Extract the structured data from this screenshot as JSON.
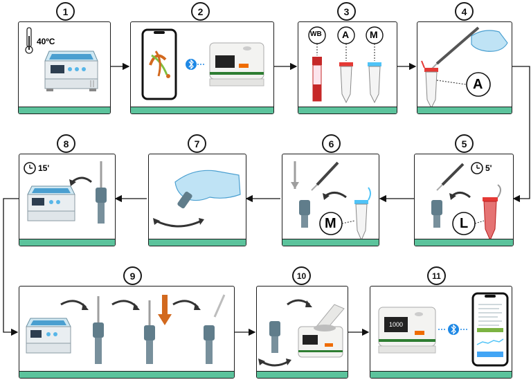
{
  "steps": [
    {
      "number": "1"
    },
    {
      "number": "2"
    },
    {
      "number": "3"
    },
    {
      "number": "4"
    },
    {
      "number": "5"
    },
    {
      "number": "6"
    },
    {
      "number": "7"
    },
    {
      "number": "8"
    },
    {
      "number": "9"
    },
    {
      "number": "10"
    },
    {
      "number": "11"
    }
  ],
  "labels": {
    "temperature": "40ºC",
    "tube_wb": "WB",
    "tube_a": "A",
    "tube_m": "M",
    "reagent_a": "A",
    "reagent_l": "L",
    "reagent_m": "M",
    "time_step5": "5'",
    "time_step8": "15'",
    "device_readout": "1000"
  },
  "icons": {
    "bluetooth": "bluetooth-icon",
    "clock": "clock-icon",
    "thermometer": "thermometer-icon"
  },
  "colors": {
    "accent_bar": "#5cc39c",
    "bluetooth": "#1e88e5",
    "reagent_red": "#e53935",
    "reagent_blue": "#4fc3f7",
    "down_arrow": "#d2691e",
    "device_green": "#2e7d32",
    "device_orange": "#ef6c00"
  }
}
